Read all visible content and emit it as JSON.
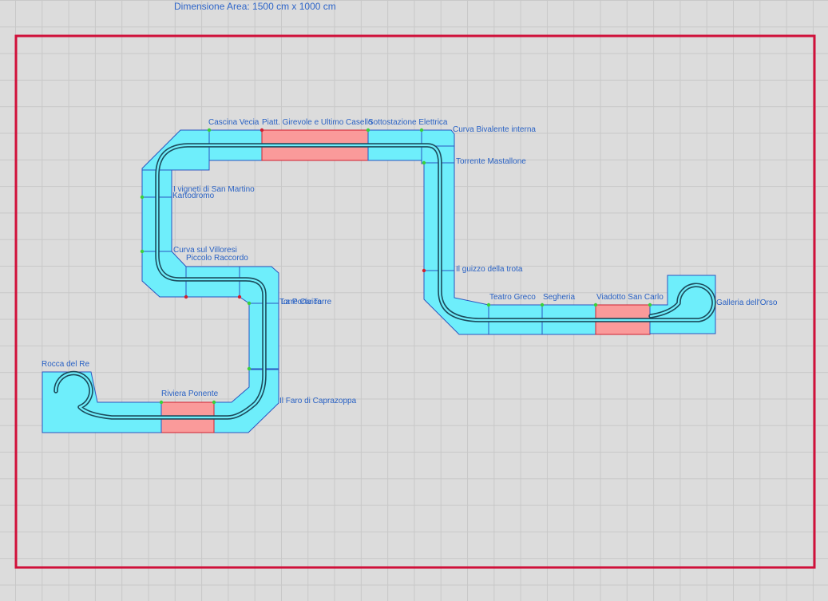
{
  "area": {
    "title": "Dimensione Area: 1500 cm x 1000 cm",
    "border_color": "#d0103a"
  },
  "track": {
    "fill_color": "#6eeefb",
    "bridge_color": "#fa9a9a",
    "rail_color": "#1c4b5c"
  },
  "stations": [
    "Cascina Vecia",
    "Piatt. Girevole e Ultimo Casello",
    "Sottostazione Elettrica",
    "Curva Bivalente interna",
    "Torrente Mastallone",
    "I vigneti di San Martino",
    "Kartodromo",
    "Curva sul Villoresi",
    "Piccolo Raccordo",
    "Torre Civica",
    "La Porta Torre",
    "Il guizzo della trota",
    "Teatro Greco",
    "Segheria",
    "Viadotto San Carlo",
    "Galleria dell'Orso",
    "Rocca del Re",
    "Riviera Ponente",
    "Il Faro di Caprazoppa"
  ]
}
